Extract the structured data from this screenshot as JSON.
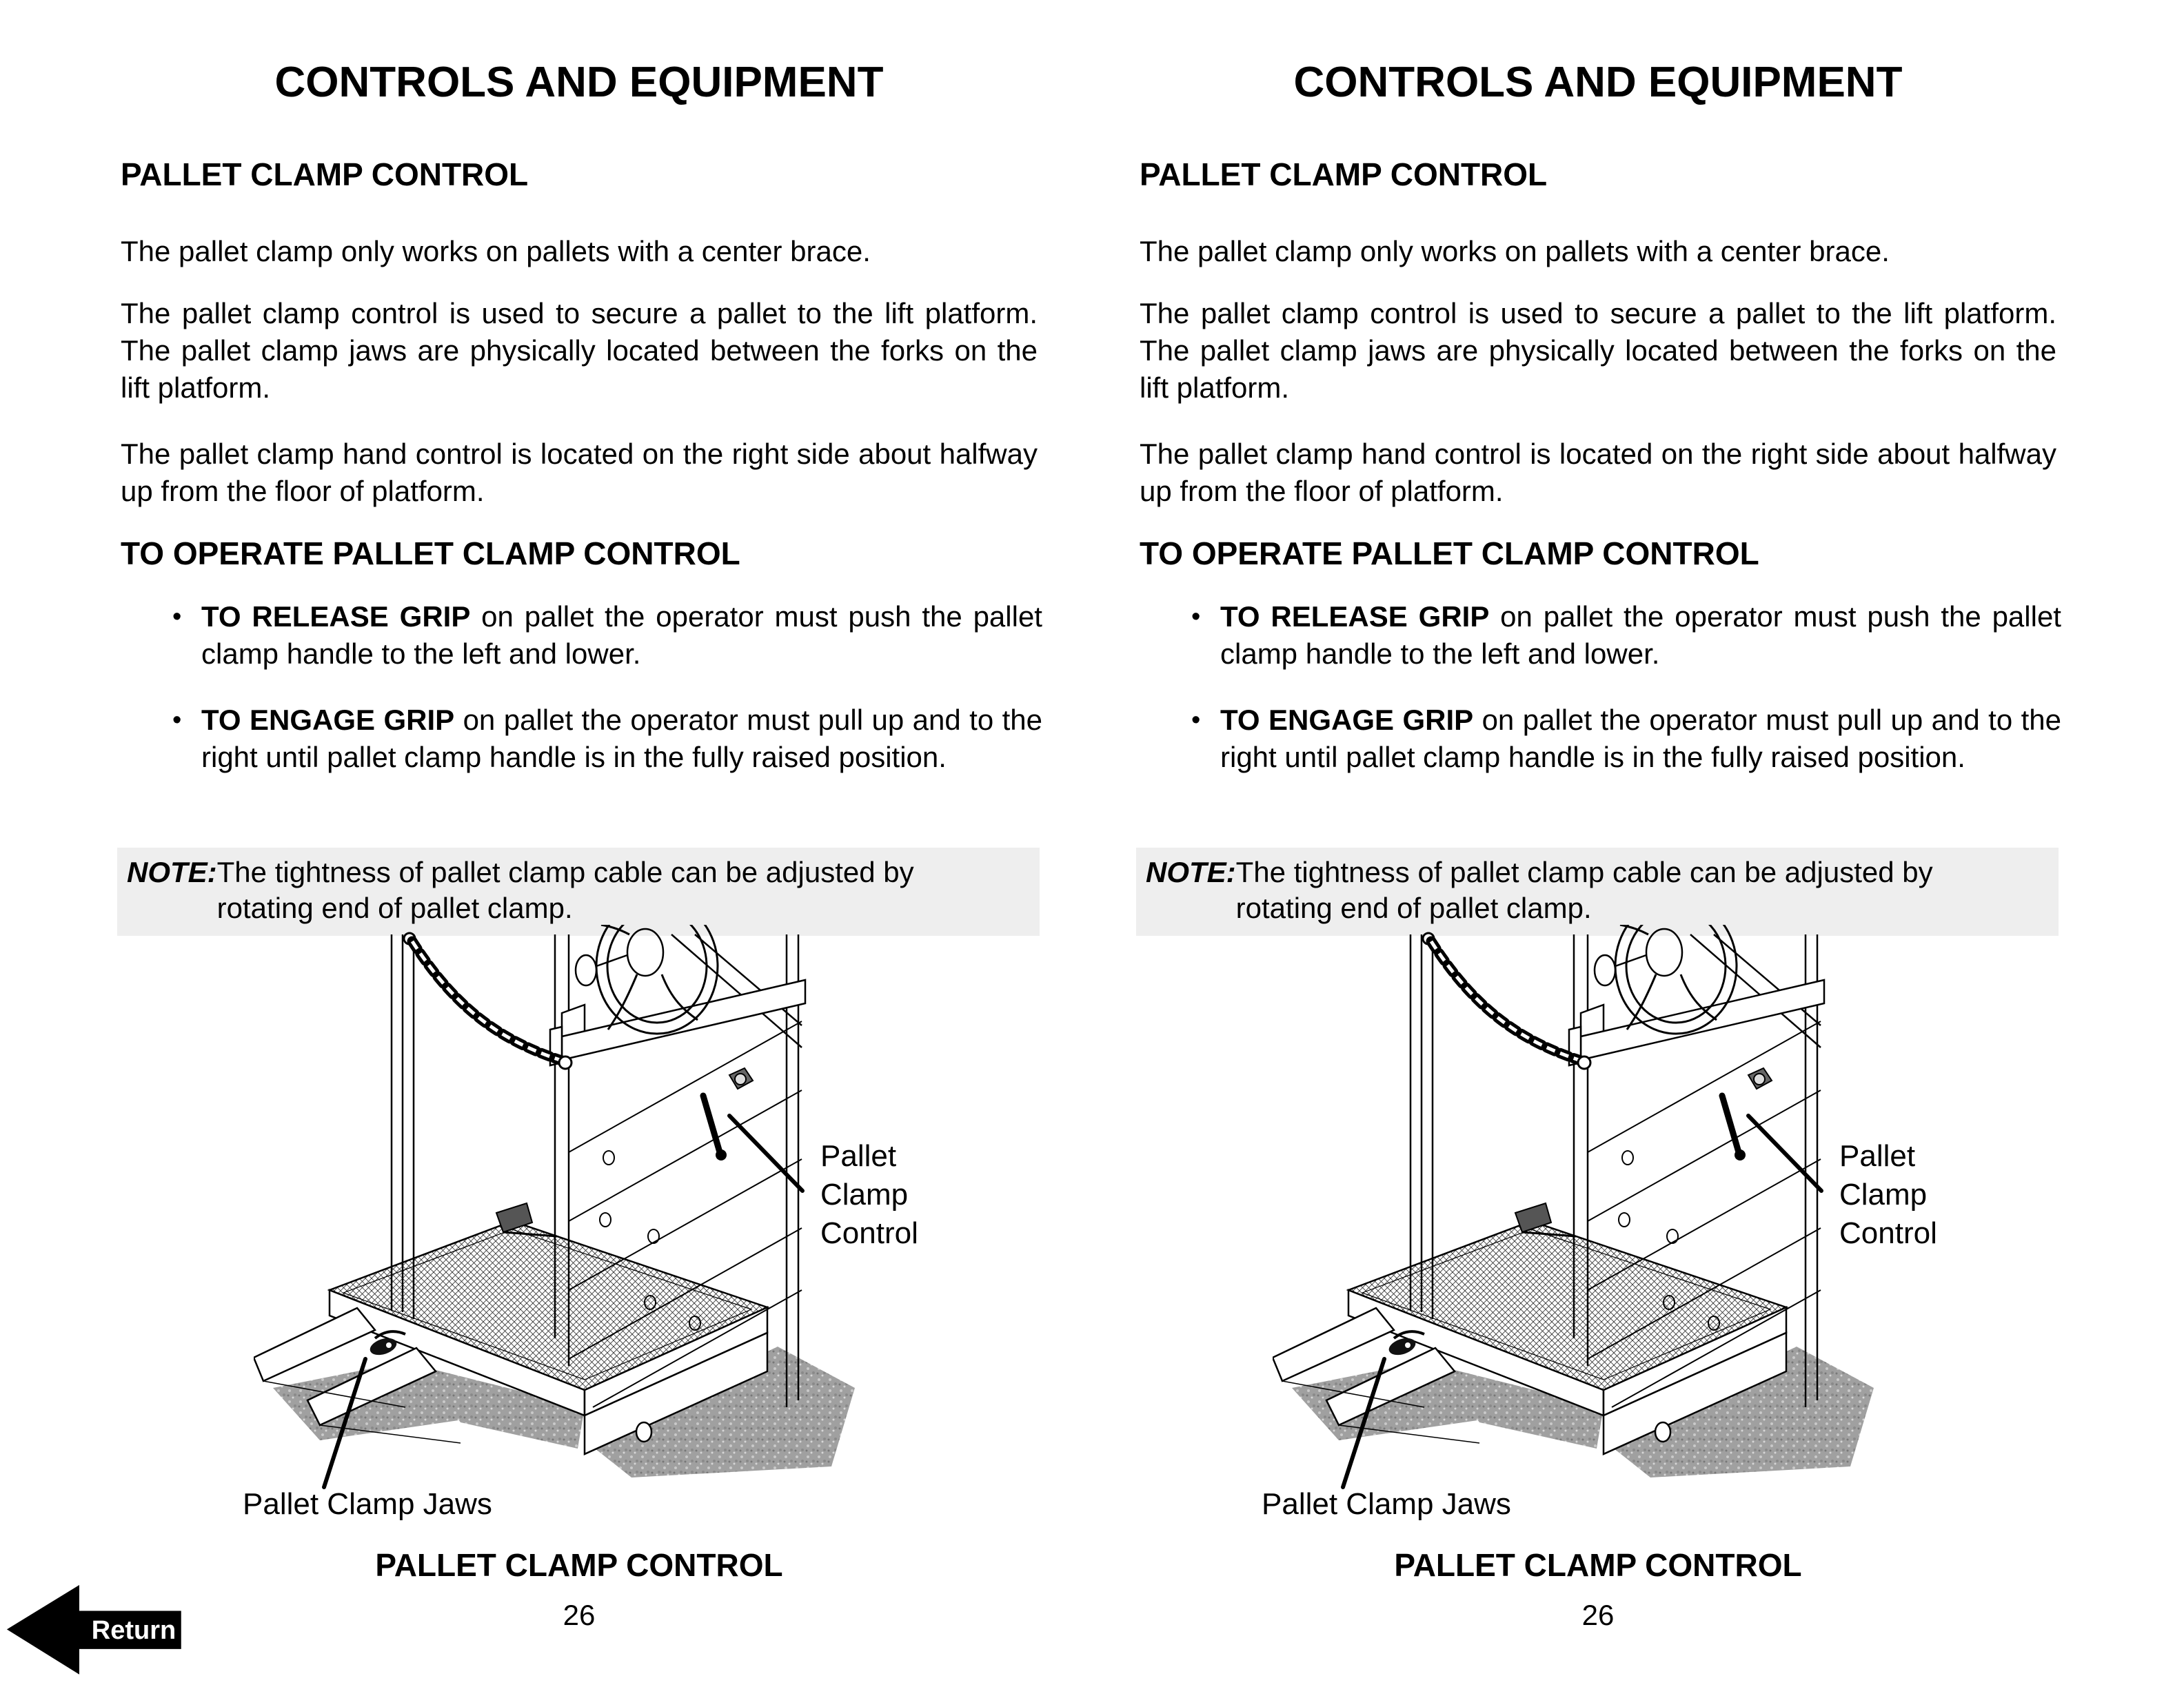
{
  "pages": [
    {
      "title": "CONTROLS AND EQUIPMENT",
      "section_heading": "PALLET CLAMP CONTROL",
      "para1": "The pallet clamp only works on pallets with a center brace.",
      "para2": "The pallet clamp control is used to secure a pallet to the lift platform. The pallet clamp jaws are physically located between the forks on the lift platform.",
      "para3": "The pallet clamp hand control is located on the right side about halfway up from the floor of platform.",
      "operate_heading": "TO OPERATE PALLET CLAMP CONTROL",
      "bullets": [
        {
          "bold": "TO RELEASE GRIP",
          "text": " on pallet the operator must push the pallet clamp handle to the left and lower."
        },
        {
          "bold": "TO ENGAGE GRIP",
          "text": " on pallet the operator must pull up and to the right until pallet clamp handle is in the fully raised position."
        }
      ],
      "note_label": "NOTE:",
      "note_text": "The tightness of pallet clamp cable can be adjusted by rotating end of pallet clamp.",
      "figure": {
        "label_control": "Pallet Clamp Control",
        "label_jaws": "Pallet Clamp Jaws",
        "caption": "PALLET CLAMP CONTROL"
      },
      "page_number": "26"
    },
    {
      "title": "CONTROLS AND EQUIPMENT",
      "section_heading": "PALLET CLAMP CONTROL",
      "para1": "The pallet clamp only works on pallets with a center brace.",
      "para2": "The pallet clamp control is used to secure a pallet to the lift platform. The pallet clamp jaws are physically located between the forks on the lift platform.",
      "para3": "The pallet clamp hand control is located on the right side about halfway up from the floor of platform.",
      "operate_heading": "TO OPERATE PALLET CLAMP CONTROL",
      "bullets": [
        {
          "bold": "TO RELEASE GRIP",
          "text": " on pallet the operator must push the pallet clamp handle to the left and lower."
        },
        {
          "bold": "TO ENGAGE GRIP",
          "text": " on pallet the operator must pull up and to the right until pallet clamp handle is in the fully raised position."
        }
      ],
      "note_label": "NOTE:",
      "note_text": "The tightness of pallet clamp cable can be adjusted by rotating end of pallet clamp.",
      "figure": {
        "label_control": "Pallet Clamp Control",
        "label_jaws": "Pallet Clamp Jaws",
        "caption": "PALLET CLAMP CONTROL"
      },
      "page_number": "26"
    }
  ],
  "return_button": {
    "label": "Return"
  },
  "colors": {
    "ink": "#000000",
    "note_bg": "#eeeeee",
    "shadow": "#a0a0a0"
  }
}
